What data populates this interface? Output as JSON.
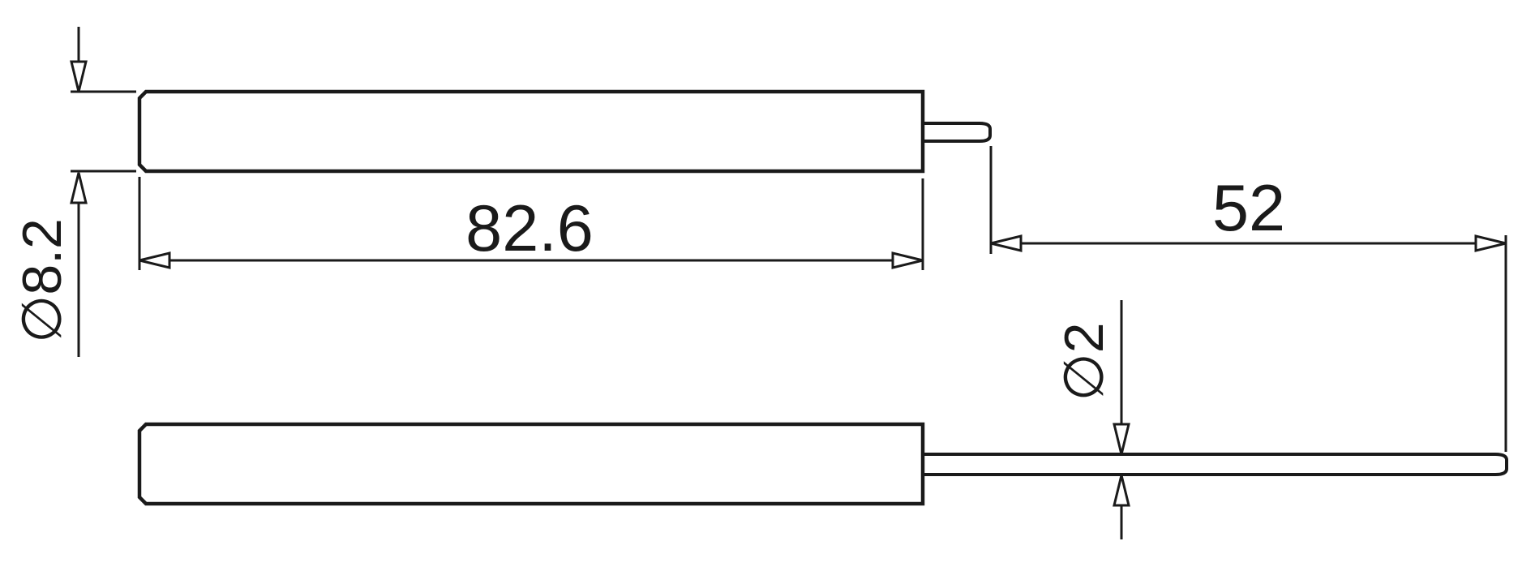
{
  "drawing": {
    "type": "technical-dimension-drawing",
    "views": {
      "top_view": "body with short broken-off lead stub",
      "bottom_view": "body with full-length lead wire"
    },
    "colors": {
      "background": "#ffffff",
      "line": "#1a1a1a"
    },
    "dimensions": {
      "body_diameter": {
        "label": "∅8.2",
        "orientation": "vertical-rotated"
      },
      "body_length": {
        "label": "82.6",
        "orientation": "horizontal"
      },
      "lead_length": {
        "label": "52",
        "orientation": "horizontal"
      },
      "lead_diameter": {
        "label": "∅2",
        "orientation": "vertical-rotated"
      }
    }
  }
}
